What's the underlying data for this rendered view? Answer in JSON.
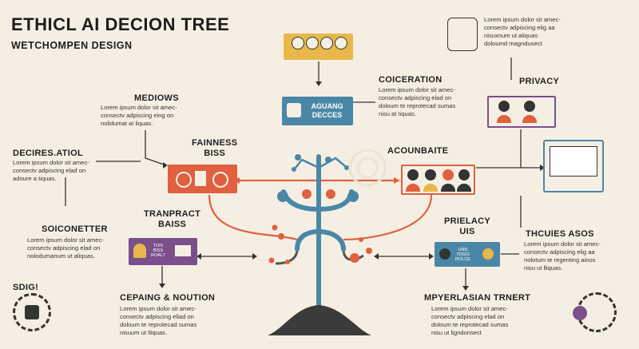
{
  "header": {
    "title": "ETHICL AI DECION TREE",
    "subtitle": "WETCHOMPEN DESIGN"
  },
  "nodes": {
    "mediows": {
      "heading": "MEDIOWS",
      "text": "Lorem ipsum dolor sit amec-\nconsectv adpiscing eing on\nnolidumat aI liquas."
    },
    "decires": {
      "heading": "DECIRES.ATIOL",
      "text": "Lorem ipsum dolor sit amec-\nconsectv adpiscing elad on\nadoure a tiquas."
    },
    "fairness": {
      "heading": "FAINNESS\nBISS"
    },
    "coiceration": {
      "heading": "COICERATION",
      "text": "Lorem ipsum dolor sit amec-\nconsectv adpiscing elad on\ndoloum te reprotecad sumas\nnisu at Iiquas."
    },
    "top_right": {
      "text": "Lorem ipsum dolor sit amec-\nconsectv adpiscing elig aa\nnisuxnum ut aliquas\ndoloumd magndusect"
    },
    "privacy": {
      "heading": "PRIVACY"
    },
    "acounbaite": {
      "heading": "ACOUNBAITE"
    },
    "soiconetter": {
      "heading": "SOICONETTER",
      "text": "Lorem ipsum dolor sit amec-\nconsectv adpiscing elad on\nnolodumanum ut aliquas."
    },
    "tranpract": {
      "heading": "TRANPRACT\nBAISS"
    },
    "prielacy": {
      "heading": "PRIELACY\nUIS"
    },
    "thcuies": {
      "heading": "THCUIES ASOS",
      "text": "Lorem ipsum dolor sit amec-\nconsectv adpiscing elig aa\nnolotum te regenting ainos\nnisu ut lliquas."
    },
    "sdig": {
      "heading": "SDIG!"
    },
    "ceping": {
      "heading": "CEPAING & NOUTION",
      "text": "Lorem ipsum dolor sit amec-\nconsectv adpiscing eliad on\ndoloum te reprotecad sumas\nnisuum ut Iliquas."
    },
    "myerlasian": {
      "heading": "MPYERLASIAN TRNERT",
      "text": "Lorem ipsum dolor sit amec-\nconsectv adpiscing elad on\ndoloum te reprotecad sumas\nnisu ut ligndonsect"
    }
  },
  "center_box": {
    "label": "AGUANG\nDECCES"
  },
  "purple_box": {
    "label": "TOIS\nBISS\nROALT"
  },
  "teal_box": {
    "label": "UNS\nTOGO\nROLCE"
  },
  "colors": {
    "background": "#f5efe3",
    "teal": "#4a87a6",
    "orange": "#e0603f",
    "purple": "#7a4f8c",
    "yellow": "#e8b84a",
    "dark": "#333333"
  }
}
